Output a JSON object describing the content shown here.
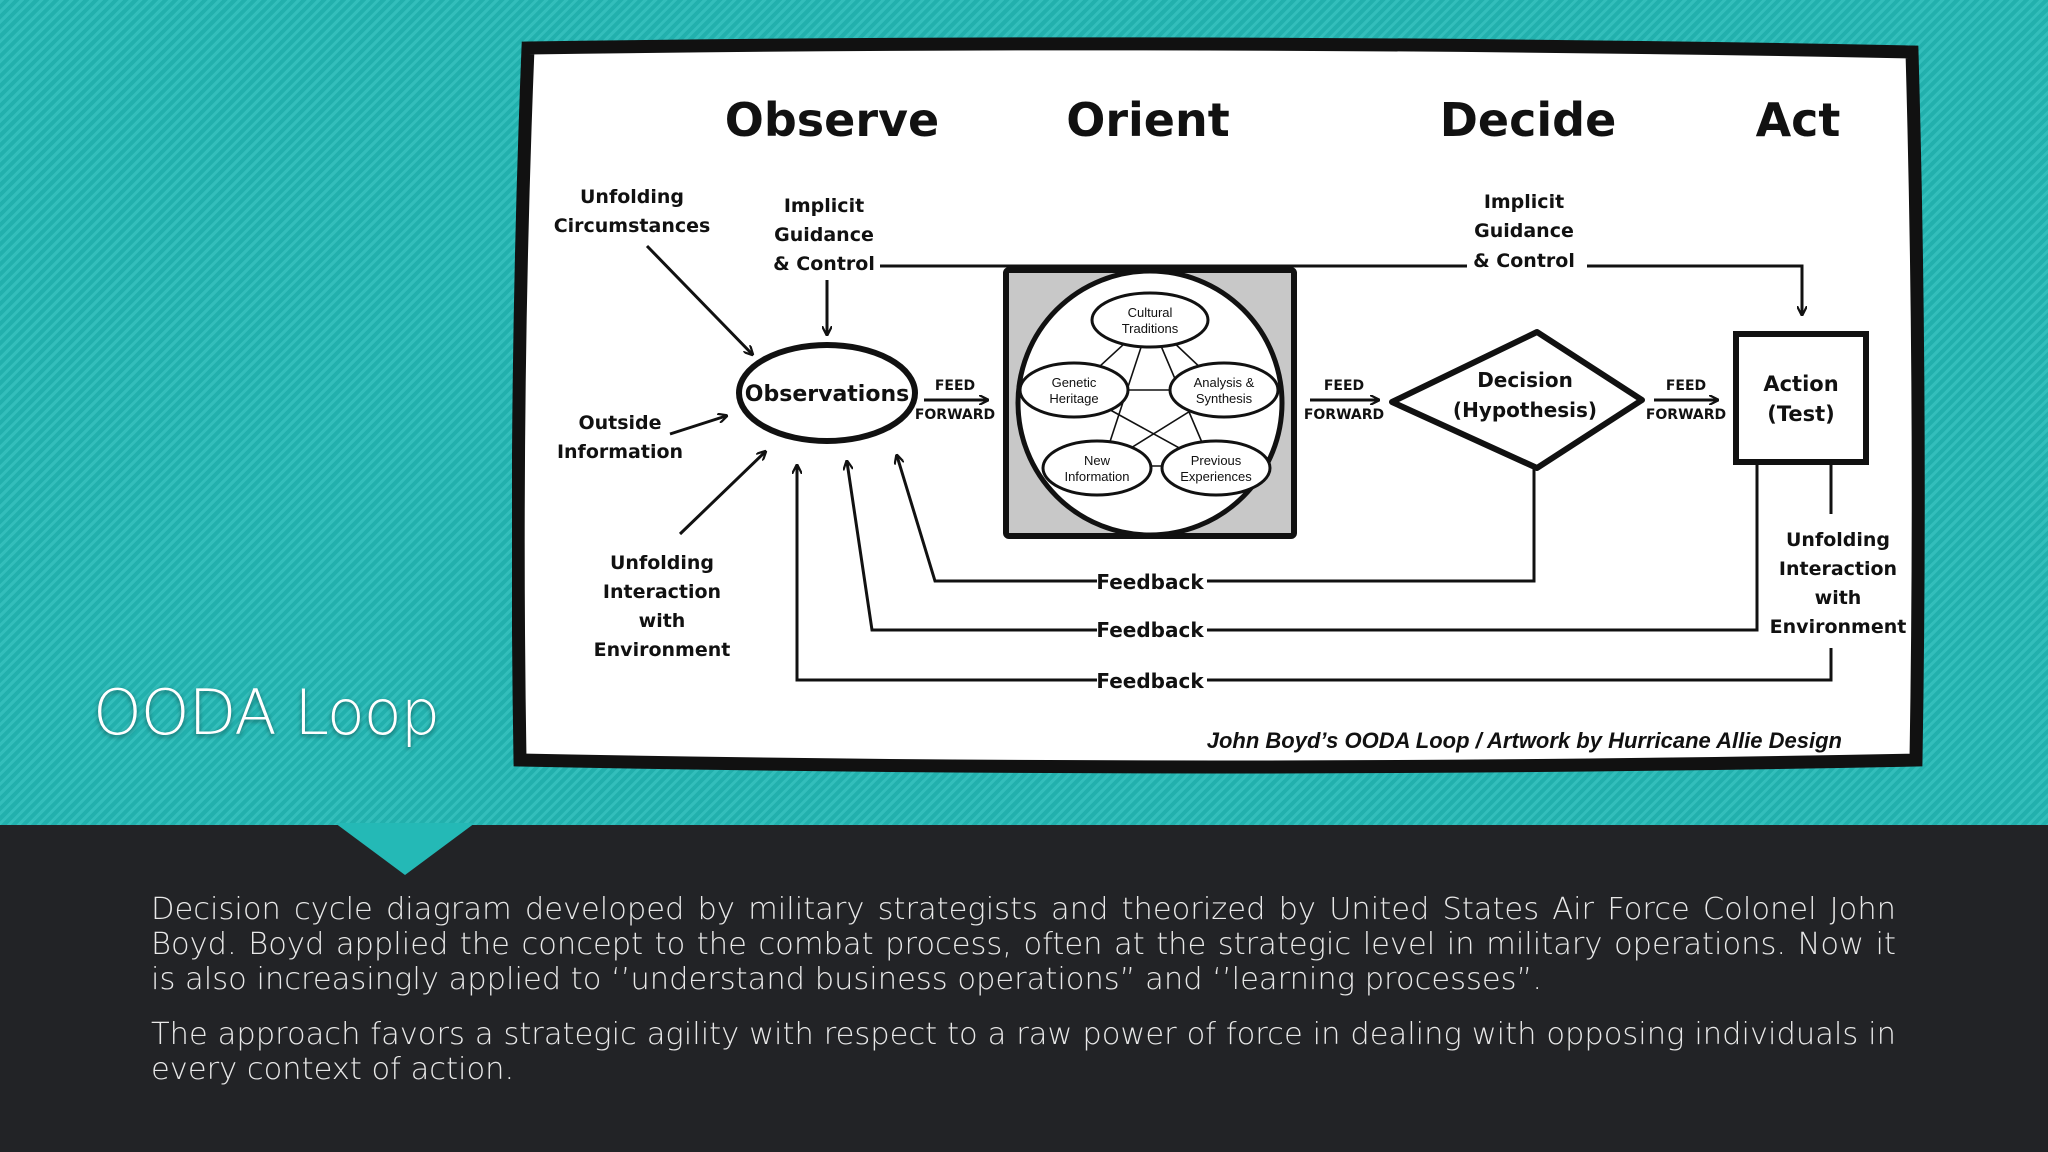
{
  "slide": {
    "title": "OODA Loop",
    "accent_color": "#24b9b6",
    "dark_color": "#222326"
  },
  "diagram": {
    "headers": [
      "Observe",
      "Orient",
      "Decide",
      "Act"
    ],
    "left_inputs": {
      "unfolding_circumstances": [
        "Unfolding",
        "Circumstances"
      ],
      "outside_information": [
        "Outside",
        "Information"
      ],
      "unfolding_interaction": [
        "Unfolding",
        "Interaction",
        "with",
        "Environment"
      ]
    },
    "implicit_guidance_left": [
      "Implicit",
      "Guidance",
      "& Control"
    ],
    "implicit_guidance_right": [
      "Implicit",
      "Guidance",
      "& Control"
    ],
    "observations": "Observations",
    "feed_forward": [
      "FEED",
      "FORWARD"
    ],
    "orient_nodes": {
      "cultural": [
        "Cultural",
        "Traditions"
      ],
      "genetic": [
        "Genetic",
        "Heritage"
      ],
      "analysis": [
        "Analysis &",
        "Synthesis"
      ],
      "new_info": [
        "New",
        "Information"
      ],
      "previous": [
        "Previous",
        "Experiences"
      ]
    },
    "decision": [
      "Decision",
      "(Hypothesis)"
    ],
    "action": [
      "Action",
      "(Test)"
    ],
    "right_interaction": [
      "Unfolding",
      "Interaction",
      "with",
      "Environment"
    ],
    "feedback_label": "Feedback",
    "credit": "John Boyd’s OODA Loop / Artwork by Hurricane Allie Design"
  },
  "body": {
    "paragraph_1": "Decision cycle diagram developed by military strategists and theorized by United States Air Force Colonel John Boyd. Boyd applied the concept to the combat process, often at the strategic level in military operations. Now it is also increasingly applied to ‘’understand business operations” and ‘’learning processes”.",
    "paragraph_2": "The approach favors a strategic agility with respect to a raw power of force in dealing with opposing individuals in every context of action."
  }
}
